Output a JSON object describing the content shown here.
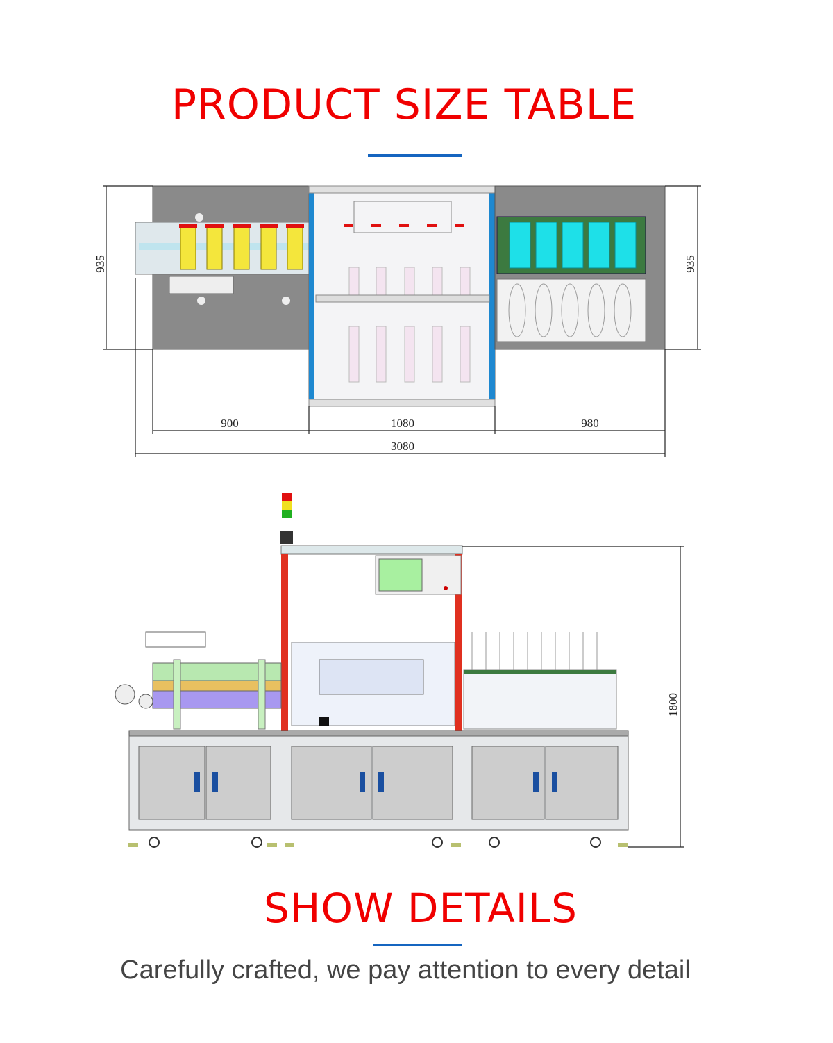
{
  "header": {
    "title": "PRODUCT SIZE TABLE"
  },
  "top_view": {
    "height_left": "935",
    "height_right": "935",
    "width_left": "900",
    "width_middle": "1080",
    "width_right": "980",
    "width_total": "3080"
  },
  "front_view": {
    "height": "1800"
  },
  "details": {
    "title": "SHOW DETAILS",
    "subtitle": "Carefully crafted, we pay attention to every detail"
  },
  "colors": {
    "title": "#f00000",
    "accent_bar": "#1565c0"
  }
}
